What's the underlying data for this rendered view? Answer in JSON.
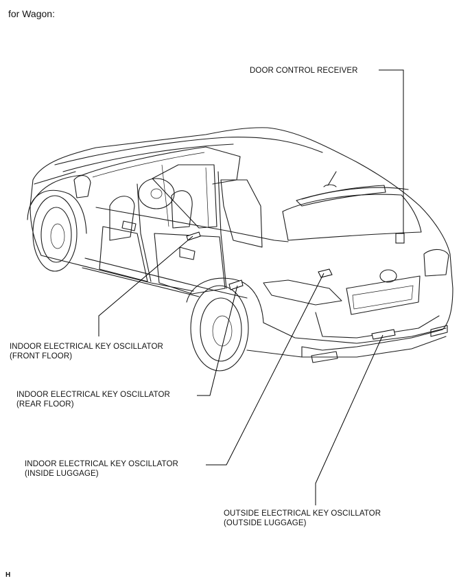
{
  "title": "for Wagon:",
  "labels": {
    "door_control_receiver": {
      "line1": "DOOR CONTROL RECEIVER"
    },
    "front_floor": {
      "line1": "INDOOR ELECTRICAL KEY OSCILLATOR",
      "line2": "(FRONT FLOOR)"
    },
    "rear_floor": {
      "line1": "INDOOR ELECTRICAL KEY OSCILLATOR",
      "line2": "(REAR FLOOR)"
    },
    "inside_luggage": {
      "line1": "INDOOR ELECTRICAL KEY OSCILLATOR",
      "line2": "(INSIDE LUGGAGE)"
    },
    "outside_luggage": {
      "line1": "OUTSIDE ELECTRICAL KEY OSCILLATOR",
      "line2": "(OUTSIDE LUGGAGE)"
    }
  },
  "corner_mark": "H"
}
